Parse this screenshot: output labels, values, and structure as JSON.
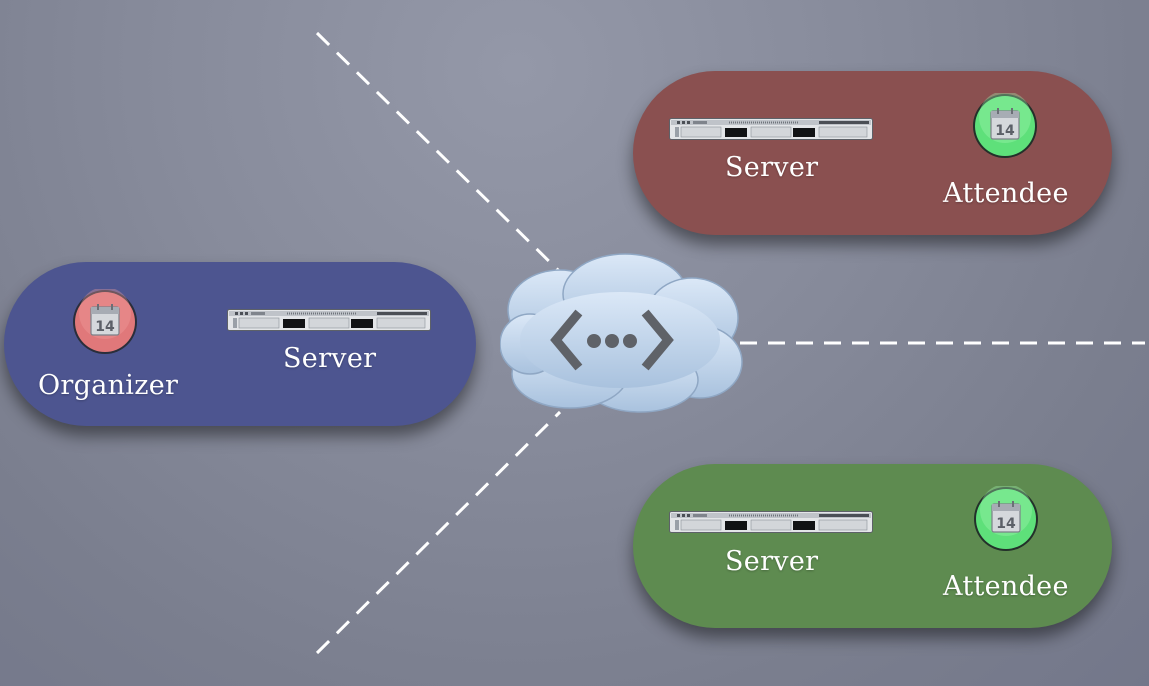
{
  "nodes": {
    "organizer": {
      "role_label": "Organizer",
      "server_label": "Server",
      "calendar_day": "14",
      "color": "#4d5590",
      "badge_color": "#e0787a"
    },
    "attendee_top": {
      "role_label": "Attendee",
      "server_label": "Server",
      "calendar_day": "14",
      "color": "#8a5050",
      "badge_color": "#5ee07a"
    },
    "attendee_bottom": {
      "role_label": "Attendee",
      "server_label": "Server",
      "calendar_day": "14",
      "color": "#5e8b50",
      "badge_color": "#5ee07a"
    }
  },
  "network": {
    "icon": "network-cloud-icon",
    "color": "#c3d7ef"
  }
}
